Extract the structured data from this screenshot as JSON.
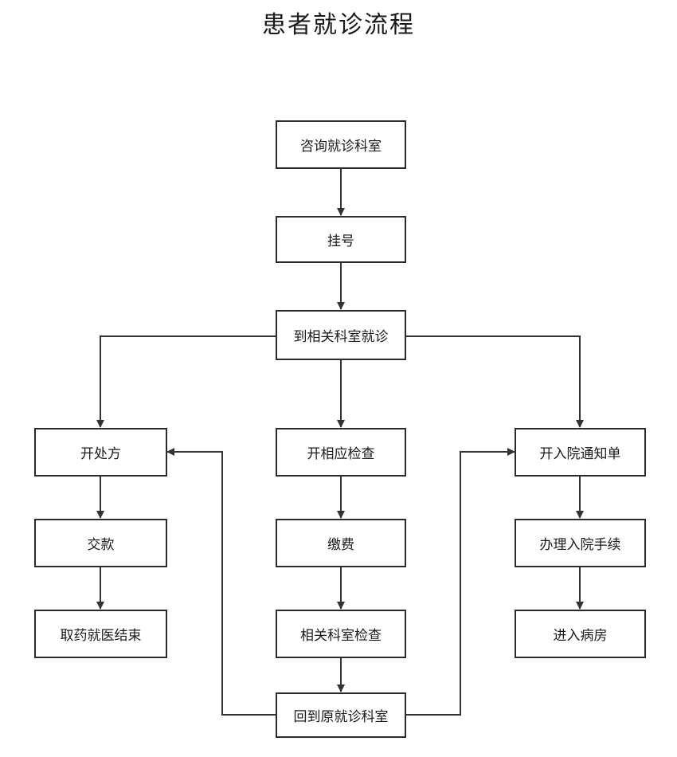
{
  "title": "患者就诊流程",
  "nodes": {
    "consult": "咨询就诊科室",
    "register": "挂号",
    "visit": "到相关科室就诊",
    "prescribe": "开处方",
    "pay_left": "交款",
    "pickup": "取药就医结束",
    "order_exam": "开相应检查",
    "pay_fee": "缴费",
    "exam": "相关科室检查",
    "return": "回到原就诊科室",
    "admission_notice": "开入院通知单",
    "admission_process": "办理入院手续",
    "ward": "进入病房"
  }
}
